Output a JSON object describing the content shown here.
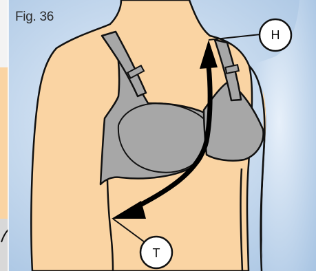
{
  "figure": {
    "label": "Fig. 36",
    "callouts": {
      "top": "H",
      "bottom": "T"
    }
  },
  "colors": {
    "background": "#c6d9ee",
    "skin": "#fad4a3",
    "bra": "#a7a7a7",
    "outline": "#111111",
    "arrow": "#000000",
    "left_panel": "#f3f3f3"
  }
}
